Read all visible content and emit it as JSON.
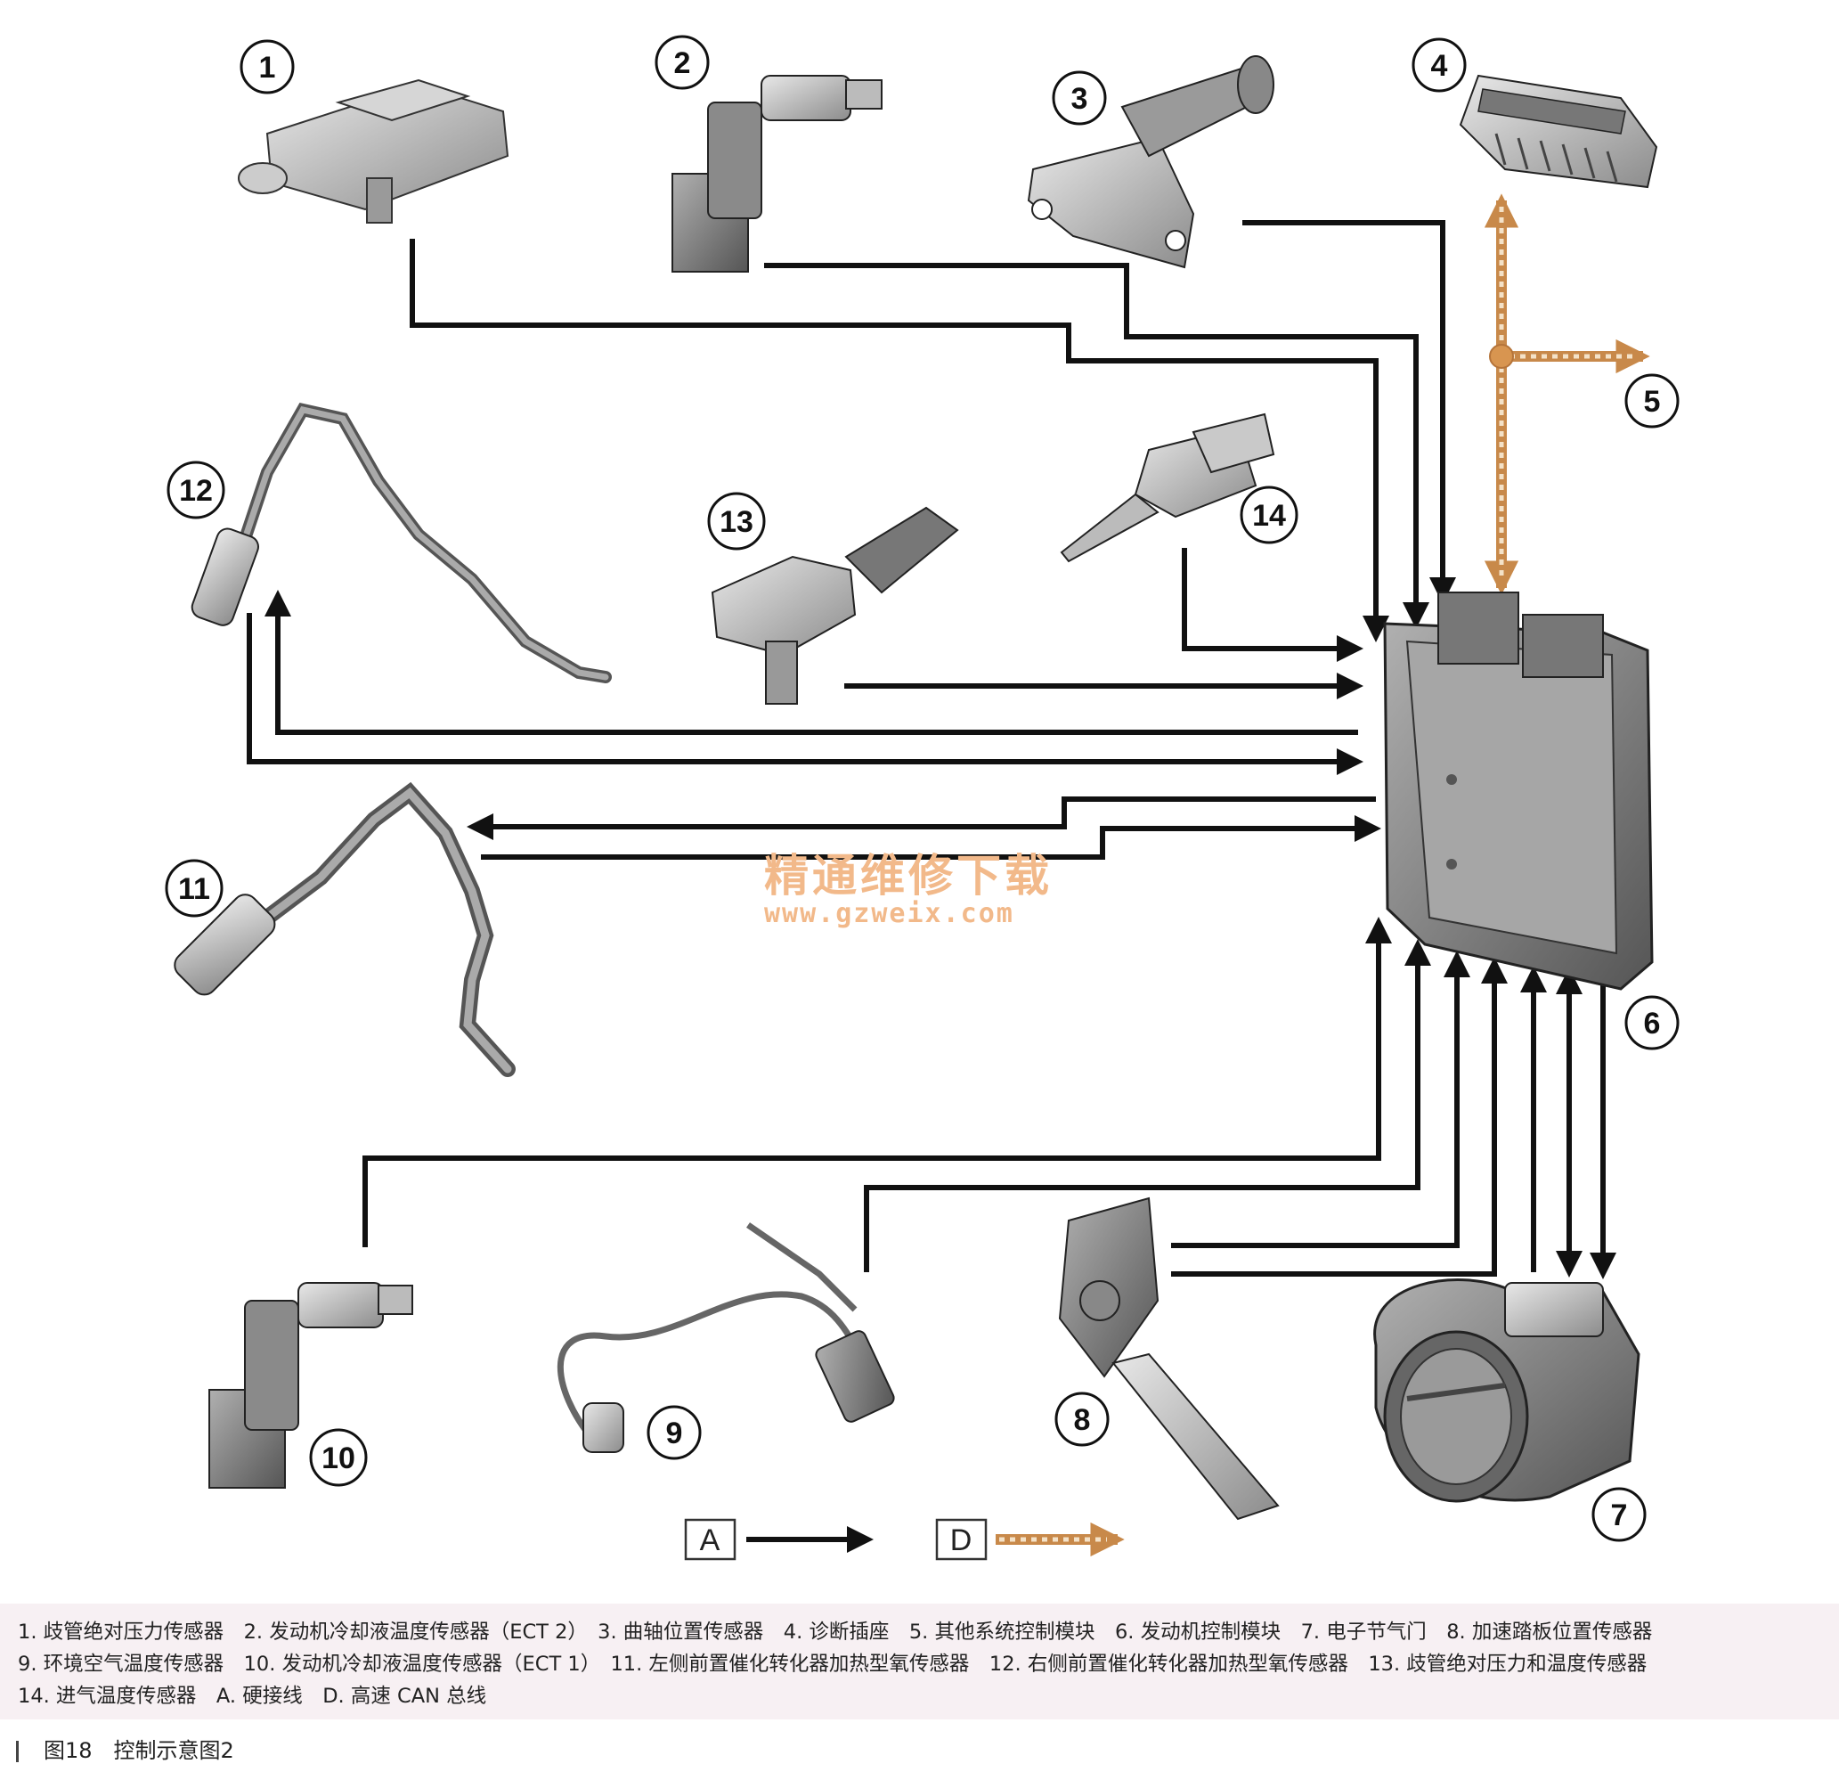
{
  "components": {
    "c1": "1",
    "c2": "2",
    "c3": "3",
    "c4": "4",
    "c5": "5",
    "c6": "6",
    "c7": "7",
    "c8": "8",
    "c9": "9",
    "c10": "10",
    "c11": "11",
    "c12": "12",
    "c13": "13",
    "c14": "14"
  },
  "legend": {
    "hardwire_key": "A",
    "can_key": "D"
  },
  "watermark": {
    "cn": "精通维修下载",
    "url": "www.gzweix.com"
  },
  "caption": {
    "line1": "1. 歧管绝对压力传感器　2. 发动机冷却液温度传感器（ECT 2）　3. 曲轴位置传感器　4. 诊断插座　5. 其他系统控制模块　6. 发动机控制模块　7. 电子节气门　8. 加速踏板位置传感器",
    "line2": "9. 环境空气温度传感器　10. 发动机冷却液温度传感器（ECT 1）　11. 左侧前置催化转化器加热型氧传感器　12. 右侧前置催化转化器加热型氧传感器　13. 歧管绝对压力和温度传感器",
    "line3": "14. 进气温度传感器　A. 硬接线　D. 高速 CAN 总线"
  },
  "figure_title": "图18　控制示意图2",
  "colors": {
    "wire": "#111111",
    "can_bus": "#c8894a",
    "can_fill": "#f4e2c8",
    "watermark": "#f2b98a"
  }
}
